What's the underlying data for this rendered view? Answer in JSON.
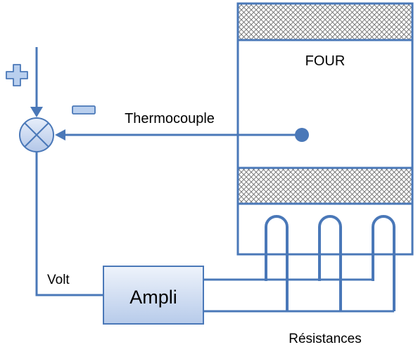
{
  "labels": {
    "four": "FOUR",
    "thermocouple": "Thermocouple",
    "volt": "Volt",
    "ampli": "Ampli",
    "resistances": "Résistances"
  },
  "colors": {
    "line": "#4a78b8",
    "sign_fill": "#b9cfee",
    "block_top": "#eef3fb",
    "block_bottom": "#b7cbea",
    "text": "#000000"
  }
}
